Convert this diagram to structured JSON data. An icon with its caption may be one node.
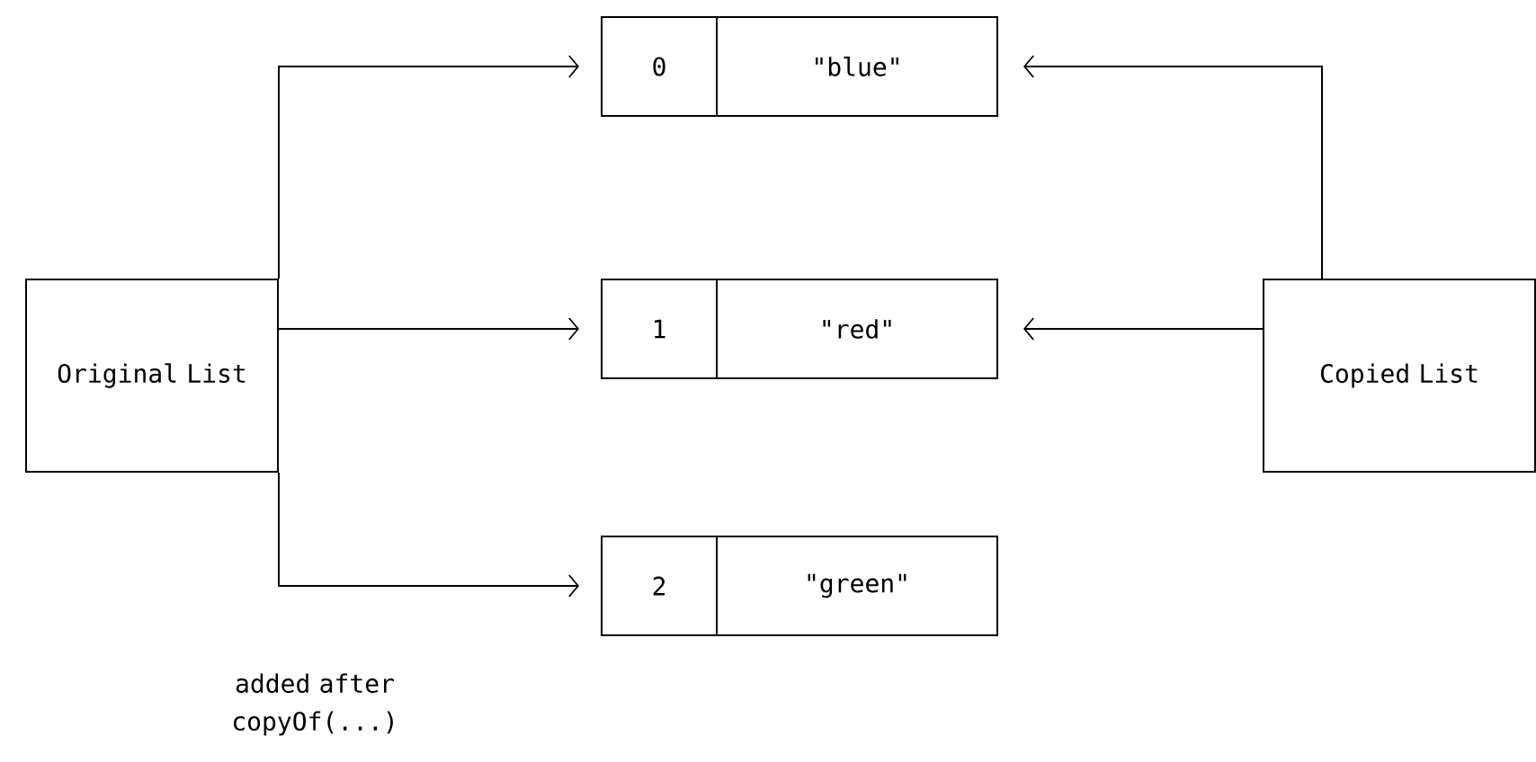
{
  "diagram": {
    "nodes": [
      {
        "text": [
          "Original List"
        ]
      },
      {
        "text": [
          "0"
        ]
      },
      {
        "text": [
          "\"blue\""
        ]
      },
      {
        "text": [
          "1"
        ]
      },
      {
        "text": [
          "\"red\""
        ]
      },
      {
        "text": [
          "2"
        ]
      },
      {
        "text": [
          "\"green\""
        ]
      },
      {
        "text": [
          "Copied List"
        ]
      }
    ],
    "edges": [
      {
        "from": 0,
        "to": 1,
        "arrow": "to"
      },
      {
        "from": 0,
        "to": 3,
        "arrow": "to"
      },
      {
        "from": 0,
        "to": 5,
        "arrow": "to"
      },
      {
        "from": 7,
        "to": 2,
        "arrow": "to"
      },
      {
        "from": 7,
        "to": 4,
        "arrow": "to"
      }
    ],
    "labels": [
      "added after copyOf(...)"
    ]
  }
}
